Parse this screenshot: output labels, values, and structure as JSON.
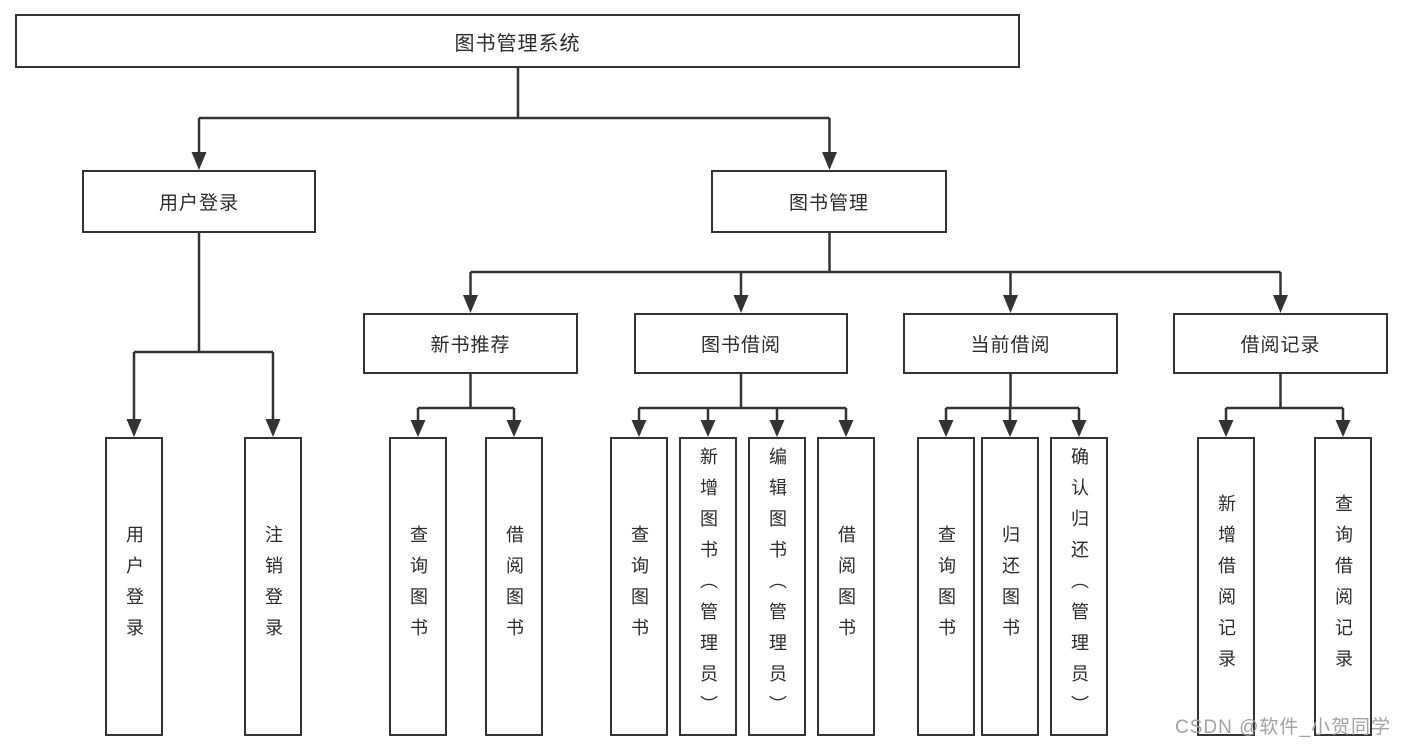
{
  "diagram": {
    "root": {
      "label": "图书管理系统"
    },
    "level2": [
      {
        "label": "用户登录"
      },
      {
        "label": "图书管理"
      }
    ],
    "level3": [
      {
        "label": "新书推荐",
        "parent": "图书管理"
      },
      {
        "label": "图书借阅",
        "parent": "图书管理"
      },
      {
        "label": "当前借阅",
        "parent": "图书管理"
      },
      {
        "label": "借阅记录",
        "parent": "图书管理"
      }
    ],
    "leaves": [
      {
        "label": "用户登录",
        "parent": "用户登录"
      },
      {
        "label": "注销登录",
        "parent": "用户登录"
      },
      {
        "label": "查询图书",
        "parent": "新书推荐"
      },
      {
        "label": "借阅图书",
        "parent": "新书推荐"
      },
      {
        "label": "查询图书",
        "parent": "图书借阅"
      },
      {
        "label": "新增图书（管理员）",
        "parent": "图书借阅"
      },
      {
        "label": "编辑图书（管理员）",
        "parent": "图书借阅"
      },
      {
        "label": "借阅图书",
        "parent": "图书借阅"
      },
      {
        "label": "查询图书",
        "parent": "当前借阅"
      },
      {
        "label": "归还图书",
        "parent": "当前借阅"
      },
      {
        "label": "确认归还（管理员）",
        "parent": "当前借阅"
      },
      {
        "label": "新增借阅记录",
        "parent": "借阅记录"
      },
      {
        "label": "查询借阅记录",
        "parent": "借阅记录"
      }
    ],
    "watermark": "CSDN @软件_小贺同学",
    "colors": {
      "line": "#333333",
      "box_border": "#333333",
      "text": "#2b2b2b",
      "watermark": "#a3a3a3",
      "background": "#ffffff"
    }
  }
}
